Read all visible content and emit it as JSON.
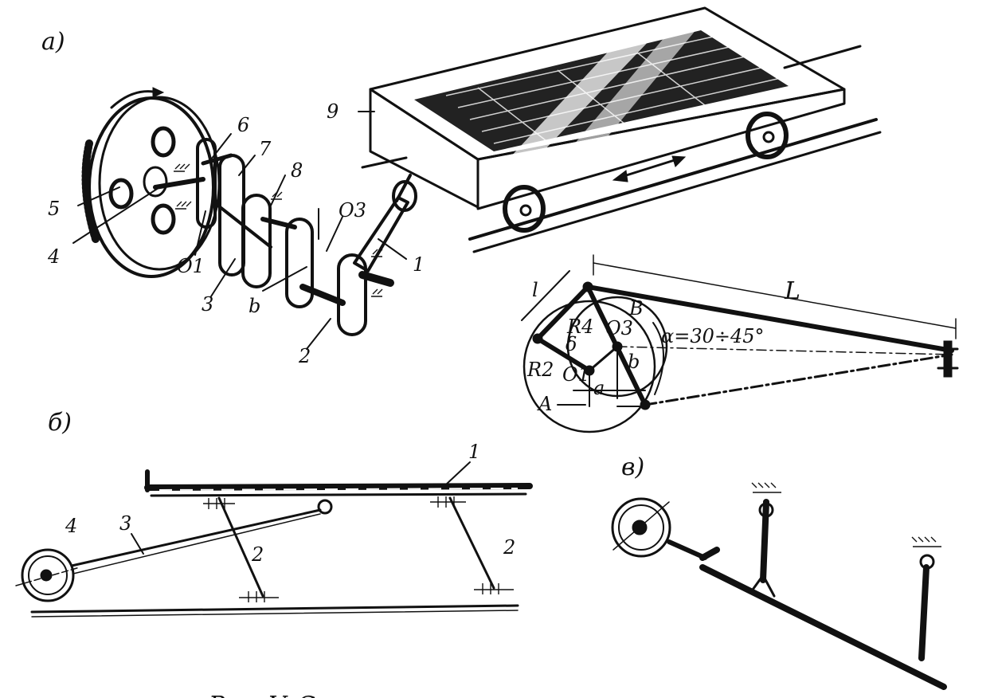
{
  "panels": {
    "a": {
      "label": "а)"
    },
    "b": {
      "label": "б)"
    },
    "v": {
      "label": "в)"
    }
  },
  "panel_a_labels": [
    "1",
    "2",
    "3",
    "4",
    "5",
    "6",
    "7",
    "8",
    "9",
    "O1",
    "O3",
    "b"
  ],
  "kinematic_labels": {
    "l": "l",
    "L": "L",
    "R4": "R4",
    "R2": "R2",
    "O3": "O3",
    "O1": "O1",
    "B": "B",
    "A": "A",
    "a": "a",
    "b": "b",
    "delta": "δ",
    "alpha": "α=30÷45°"
  },
  "panel_b_labels": [
    "1",
    "2",
    "2",
    "3",
    "4"
  ],
  "caption_fragment": "Рис. V. С"
}
